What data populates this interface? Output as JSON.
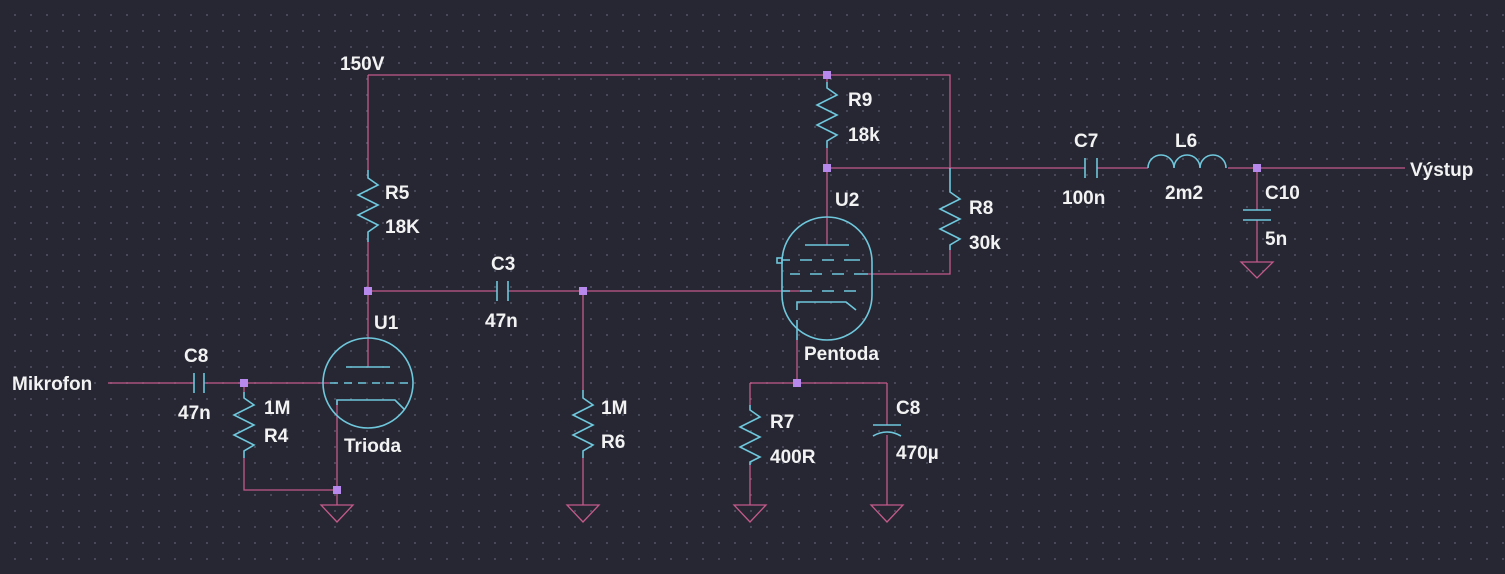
{
  "schematic": {
    "supply_net": "150V",
    "input_net": "Mikrofon",
    "output_net": "Výstup",
    "components": {
      "C8_in": {
        "ref": "C8",
        "value": "47n"
      },
      "R4": {
        "ref": "R4",
        "value": "1M"
      },
      "U1": {
        "ref": "U1",
        "value": "Trioda"
      },
      "R5": {
        "ref": "R5",
        "value": "18K"
      },
      "C3": {
        "ref": "C3",
        "value": "47n"
      },
      "R6": {
        "ref": "R6",
        "value": "1M"
      },
      "U2": {
        "ref": "U2",
        "value": "Pentoda"
      },
      "R7": {
        "ref": "R7",
        "value": "400R"
      },
      "C8_cath": {
        "ref": "C8",
        "value": "470µ"
      },
      "R9": {
        "ref": "R9",
        "value": "18k"
      },
      "R8": {
        "ref": "R8",
        "value": "30k"
      },
      "C7": {
        "ref": "C7",
        "value": "100n"
      },
      "L6": {
        "ref": "L6",
        "value": "2m2"
      },
      "C10": {
        "ref": "C10",
        "value": "5n"
      }
    }
  },
  "colors": {
    "background": "#262733",
    "wire": "#c45a8a",
    "component": "#6fc7dc",
    "junction": "#b889ec",
    "text": "#f2f2f2"
  }
}
